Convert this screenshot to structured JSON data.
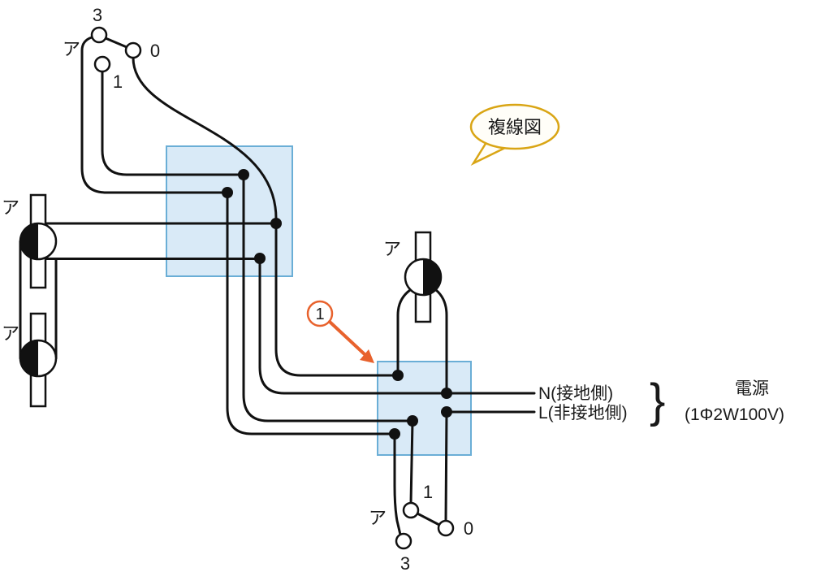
{
  "colors": {
    "wire": "#111111",
    "junction_box_fill": "#d9eaf7",
    "junction_box_stroke": "#6aaed6",
    "accent_orange": "#e8622d",
    "bubble_outline": "#d9a514"
  },
  "bubble": {
    "text": "複線図"
  },
  "annotation": {
    "number": "1"
  },
  "top_switch": {
    "label": "ア",
    "terminal_3": "3",
    "terminal_0": "0",
    "terminal_1": "1"
  },
  "bottom_switch": {
    "label": "ア",
    "terminal_3": "3",
    "terminal_0": "0",
    "terminal_1": "1"
  },
  "lamps": {
    "left_top_label": "ア",
    "left_bottom_label": "ア",
    "right_label": "ア"
  },
  "power": {
    "n_label": "N(接地側)",
    "l_label": "L(非接地側)",
    "brace": "}",
    "title": "電源",
    "spec": "(1Φ2W100V)"
  }
}
